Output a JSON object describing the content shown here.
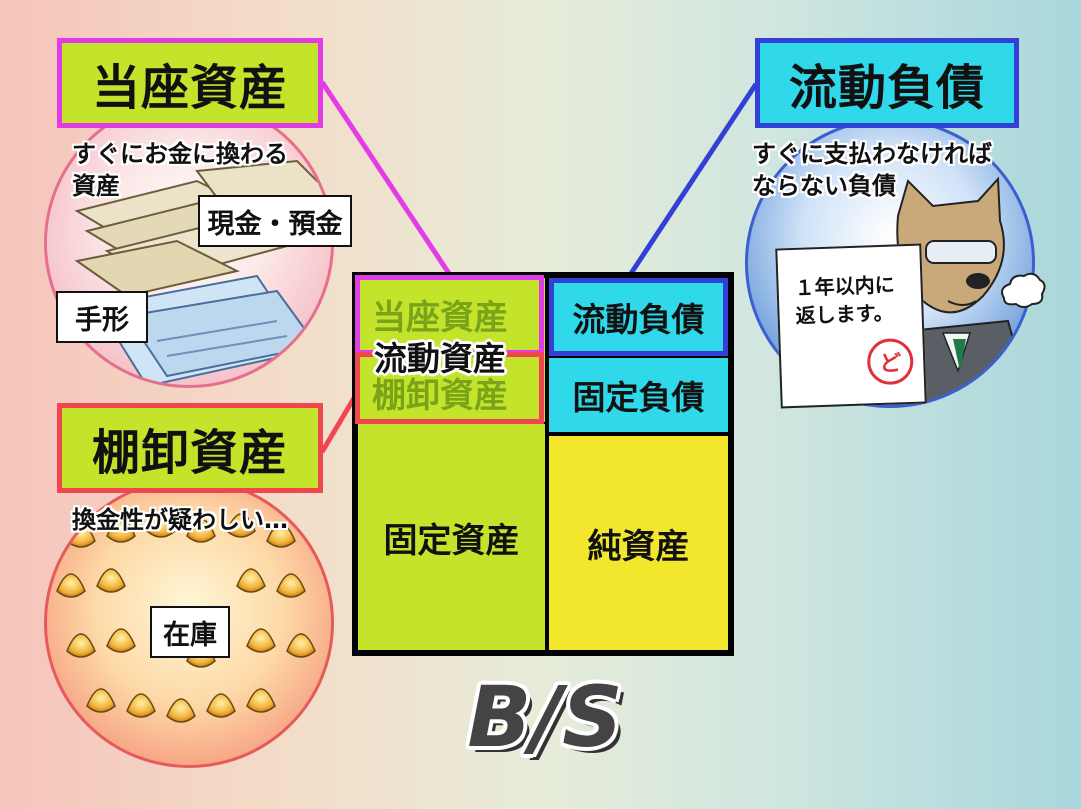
{
  "left_top": {
    "title": "当座資産",
    "description_line1": "すぐにお金に換わる",
    "description_line2": "資産",
    "label_cash": "現金・預金",
    "label_bills": "手形"
  },
  "left_bottom": {
    "title": "棚卸資産",
    "description": "換金性が疑わしい…",
    "label_stock": "在庫"
  },
  "right_top": {
    "title": "流動負債",
    "description_line1": "すぐに支払わなければ",
    "description_line2": "ならない負債",
    "note_line1": "１年以内に",
    "note_line2": "返します。",
    "stamp": "ど"
  },
  "balance_sheet": {
    "quick_assets": "当座資産",
    "current_assets": "流動資産",
    "inventory": "棚卸資産",
    "fixed_assets": "固定資産",
    "current_liabilities": "流動負債",
    "fixed_liabilities": "固定負債",
    "net_assets": "純資産"
  },
  "footer": {
    "bs_label": "B/S"
  },
  "colors": {
    "magenta": "#e23ce6",
    "red": "#f0464f",
    "blue": "#3340d8",
    "lime": "#c3e42a",
    "cyan": "#2fd9ea",
    "yellow": "#f3e72e"
  }
}
